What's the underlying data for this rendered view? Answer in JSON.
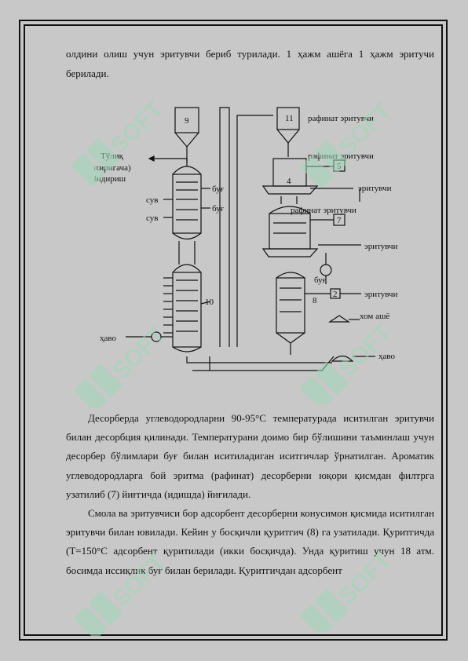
{
  "page": {
    "intro_paragraph": "олдини олиш учун эритувчи бериб турилади. 1 ҳажм ашёга 1 ҳажм эритучи берилади.",
    "paragraph_1": "Десорберда углеводородларни 90-95°C температурада иситилган эритувчи билан десорбция қилинади. Температурани доимо бир бўлишини таъминлаш учун десорбер бўлимлари буғ билан иситиладиган иситгичлар ўрнатилган. Ароматик углеводородларга бой эритма (рафинат) десорберни юқори қисмдан филтрга узатилиб (7) йиғгичда (идишда) йиғилади.",
    "paragraph_2": "Смола ва эритувчиси бор адсорбент десорберни конусимон қисмида иситилган эритувчи билан ювилади. Кейин у босқичли қуритгич (8) га узатилади. Қуритгичда (T=150°C адсорбент қуритилади (икки босқичда). Унда қуритиш учун 18 атм. босимда иссиқлик буғ билан берилади. Қуритгичдан адсорбент"
  },
  "diagram": {
    "label_product": "Тўлиқ",
    "label_product_2": "(охиригача)",
    "label_product_3": "ёндириш",
    "label_suv_1": "сув",
    "label_suv_2": "сув",
    "label_bug_1": "буғ",
    "label_bug_2": "буғ",
    "label_bug_3": "буғ",
    "label_havo_1": "ҳаво",
    "label_havo_2": "ҳаво",
    "label_rafinat_1": "рафинат эритувчи",
    "label_rafinat_2": "рафинат эритувчи",
    "label_rafinat_3": "рафинат эритувчи",
    "label_eritu_1": "эритувчи",
    "label_eritu_2": "эритувчи",
    "label_eritu_3": "эритувчи",
    "label_hom_ashyo": "хом ашё",
    "num_9": "9",
    "num_10": "10",
    "num_11": "11",
    "num_4": "4",
    "num_5": "5",
    "num_7": "7",
    "num_2": "2",
    "num_8": "8"
  },
  "watermark": {
    "text": "SOFT",
    "color": "#9fd7b8"
  }
}
